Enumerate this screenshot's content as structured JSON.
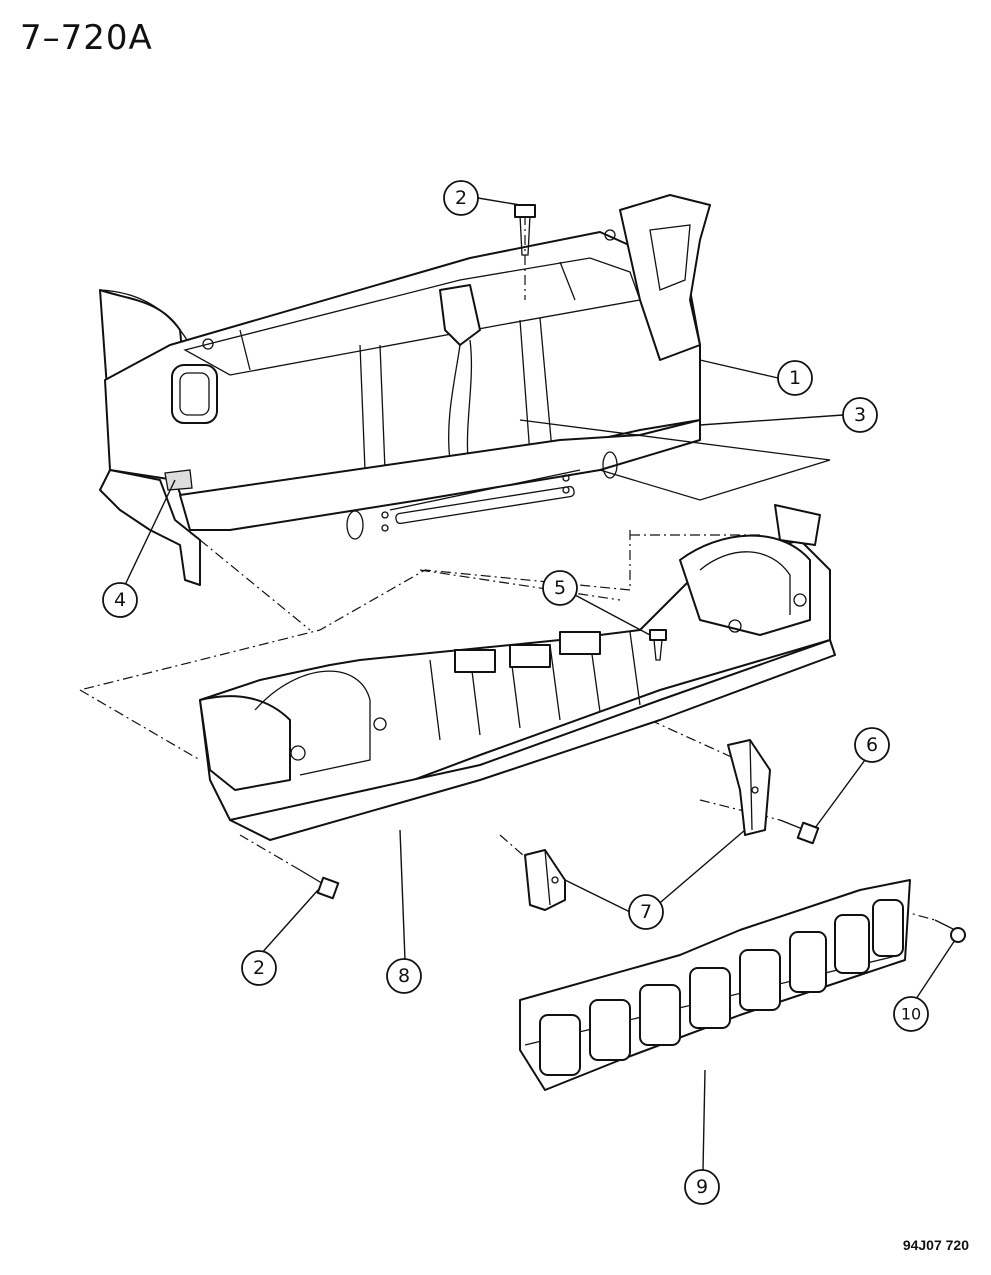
{
  "header": {
    "title": "7–720A"
  },
  "footer": {
    "code": "94J07  720"
  },
  "callouts": [
    {
      "id": "c1",
      "label": "1"
    },
    {
      "id": "c2a",
      "label": "2"
    },
    {
      "id": "c2b",
      "label": "2"
    },
    {
      "id": "c3",
      "label": "3"
    },
    {
      "id": "c4",
      "label": "4"
    },
    {
      "id": "c5",
      "label": "5"
    },
    {
      "id": "c6",
      "label": "6"
    },
    {
      "id": "c7",
      "label": "7"
    },
    {
      "id": "c8",
      "label": "8"
    },
    {
      "id": "c9",
      "label": "9"
    },
    {
      "id": "c10",
      "label": "10"
    }
  ]
}
